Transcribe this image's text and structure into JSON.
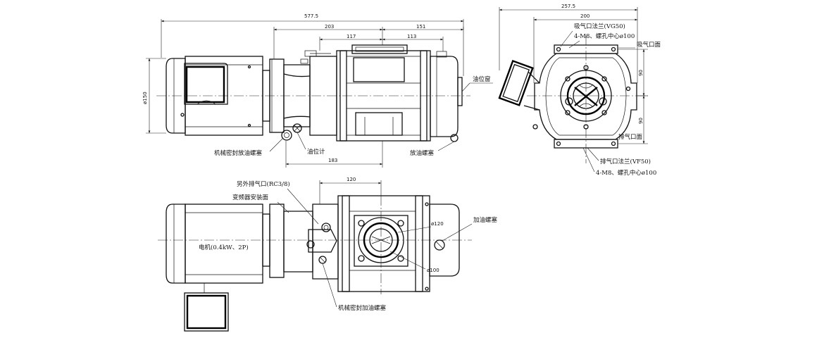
{
  "dimensions": {
    "overall_length": "577.5",
    "d203": "203",
    "d151": "151",
    "d117": "117",
    "d113": "113",
    "d183": "183",
    "dia150": "ø150",
    "side_width": "257.5",
    "side_200": "200",
    "side_90_top": "90",
    "side_90_bottom": "90",
    "plan_120": "120",
    "dia120": "ø120",
    "dia100": "ø100"
  },
  "labels": {
    "oil_window": "油位窗",
    "seal_drain_plug": "机械密封放油螺塞",
    "oil_level_gauge": "油位计",
    "drain_plug": "放油螺塞",
    "inlet_flange": "吸气口法兰(VG50)",
    "inlet_bolts": "4-M8、螺孔中心ø100",
    "inlet_face": "吸气口面",
    "exhaust_face": "排气口面",
    "exhaust_flange": "排气口法兰(VF50)",
    "exhaust_bolts": "4-M8、螺孔中心ø100",
    "extra_exhaust": "另外排气口(RC3/8)",
    "inverter_mount": "变频器安装面",
    "motor": "电机(0.4kW、2P)",
    "fill_plug": "加油螺塞",
    "seal_fill_plug": "机械密封加油螺塞"
  }
}
